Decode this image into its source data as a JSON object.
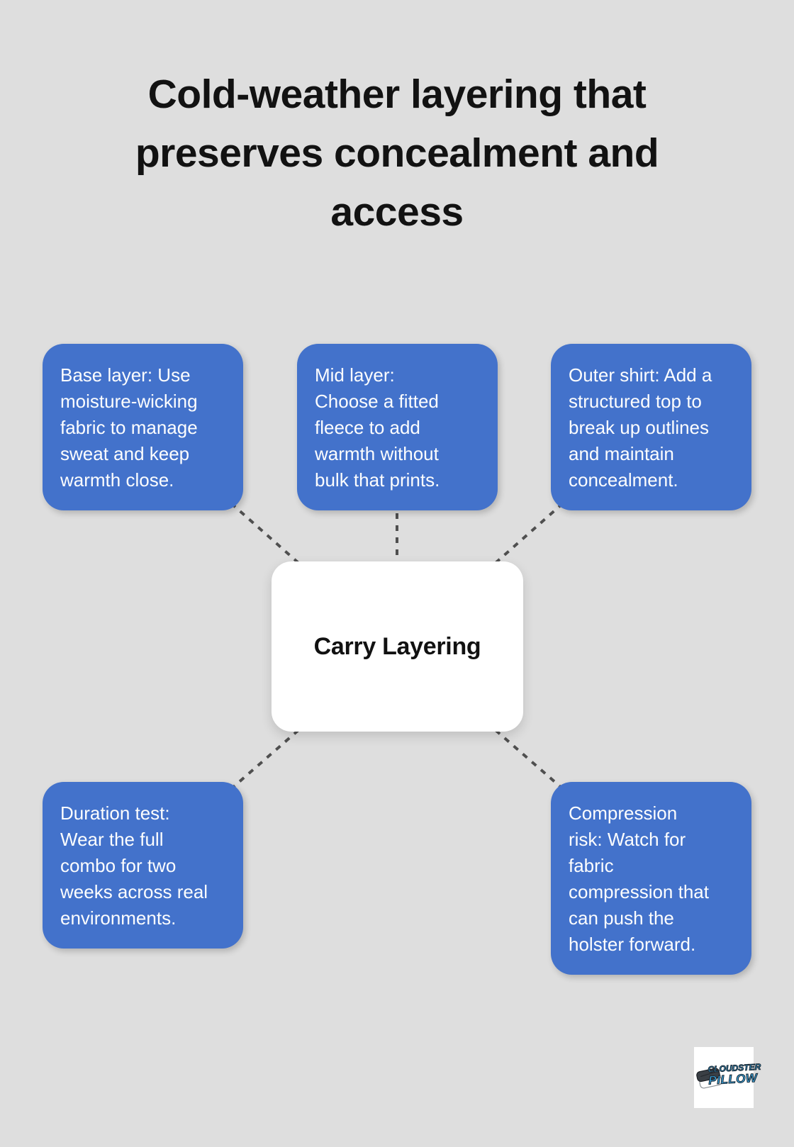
{
  "title": "Cold-weather layering that\npreserves concealment and\naccess",
  "center": {
    "label": "Carry Layering"
  },
  "nodes": [
    {
      "id": "base-layer",
      "text": "Base layer: Use\nmoisture-wicking\nfabric to manage\nsweat and keep\nwarmth close."
    },
    {
      "id": "mid-layer",
      "text": "Mid layer:\nChoose a fitted\nfleece to add\nwarmth without\nbulk that prints."
    },
    {
      "id": "outer-shirt",
      "text": "Outer shirt: Add a\nstructured top to\nbreak up outlines\nand maintain\nconcealment."
    },
    {
      "id": "duration-test",
      "text": "Duration test:\nWear the full\ncombo for two\nweeks across real\nenvironments."
    },
    {
      "id": "compression-risk",
      "text": "Compression\nrisk: Watch for\nfabric\ncompression that\ncan push the\nholster forward."
    }
  ],
  "logo": {
    "line1": "CLOUDSTER",
    "line2": "PILLOW"
  },
  "colors": {
    "background": "#dedede",
    "node_blue": "#4372cb",
    "node_text": "#fcfdfe",
    "title_text": "#121212",
    "connector": "#4f4f4f",
    "logo_blue": "#3ba4dd"
  }
}
